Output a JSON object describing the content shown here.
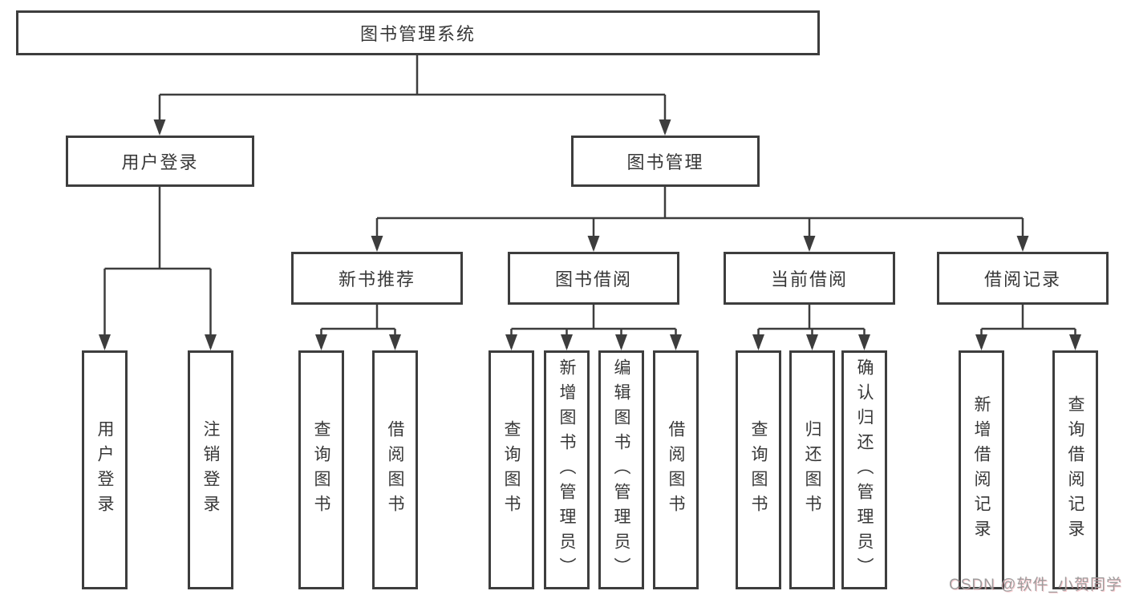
{
  "diagram": {
    "title_node": {
      "label": "图书管理系统"
    },
    "level2": [
      {
        "label": "用户登录",
        "parent": "图书管理系统"
      },
      {
        "label": "图书管理",
        "parent": "图书管理系统"
      }
    ],
    "level3": [
      {
        "label": "新书推荐",
        "parent": "图书管理"
      },
      {
        "label": "图书借阅",
        "parent": "图书管理"
      },
      {
        "label": "当前借阅",
        "parent": "图书管理"
      },
      {
        "label": "借阅记录",
        "parent": "图书管理"
      }
    ],
    "leaves": [
      {
        "label": "用户登录",
        "parent": "用户登录"
      },
      {
        "label": "注销登录",
        "parent": "用户登录"
      },
      {
        "label": "查询图书",
        "parent": "新书推荐"
      },
      {
        "label": "借阅图书",
        "parent": "新书推荐"
      },
      {
        "label": "查询图书",
        "parent": "图书借阅"
      },
      {
        "label": "新增图书（管理员）",
        "parent": "图书借阅"
      },
      {
        "label": "编辑图书（管理员）",
        "parent": "图书借阅"
      },
      {
        "label": "借阅图书",
        "parent": "图书借阅"
      },
      {
        "label": "查询图书",
        "parent": "当前借阅"
      },
      {
        "label": "归还图书",
        "parent": "当前借阅"
      },
      {
        "label": "确认归还（管理员）",
        "parent": "当前借阅"
      },
      {
        "label": "新增借阅记录",
        "parent": "借阅记录"
      },
      {
        "label": "查询借阅记录",
        "parent": "借阅记录"
      }
    ]
  },
  "watermark": {
    "text": "CSDN @软件_小贺同学"
  },
  "colors": {
    "line": "#3d3d3d",
    "box_border": "#3d3d3d",
    "box_fill": "#ffffff",
    "text": "#383838",
    "watermark": "#9d9d9d"
  }
}
